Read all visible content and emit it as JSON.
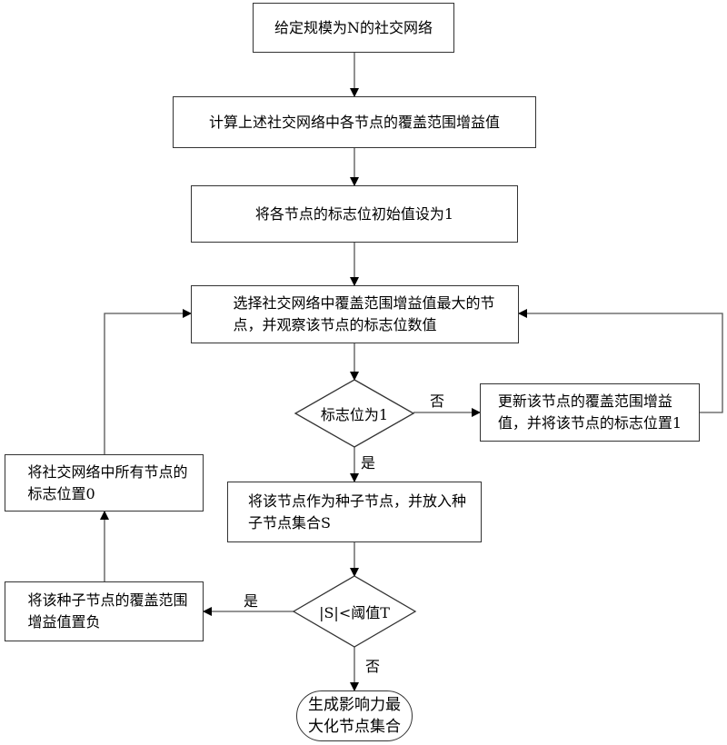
{
  "flowchart": {
    "start_box": "给定规模为N的社交网络",
    "compute_box": "计算上述社交网络中各节点的覆盖范围增益值",
    "init_flag_box": "将各节点的标志位初始值设为1",
    "select_box": "选择社交网络中覆盖范围增益值最大的节\n点，并观察该节点的标志位数值",
    "flag_decision": "标志位为1",
    "update_box": "更新该节点的覆盖范围增益\n值，并将该节点的标志位置1",
    "seed_box": "将该节点作为种子节点，并放入种\n子节点集合S",
    "size_decision": "|S|<阈值T",
    "negate_box": "将该种子节点的覆盖范围\n增益值置负",
    "reset_flag_box": "将社交网络中所有节点的\n标志位置0",
    "end_box": "生成影响力最\n大化节点集合",
    "labels": {
      "flag_no": "否",
      "flag_yes": "是",
      "size_yes": "是",
      "size_no": "否"
    }
  }
}
